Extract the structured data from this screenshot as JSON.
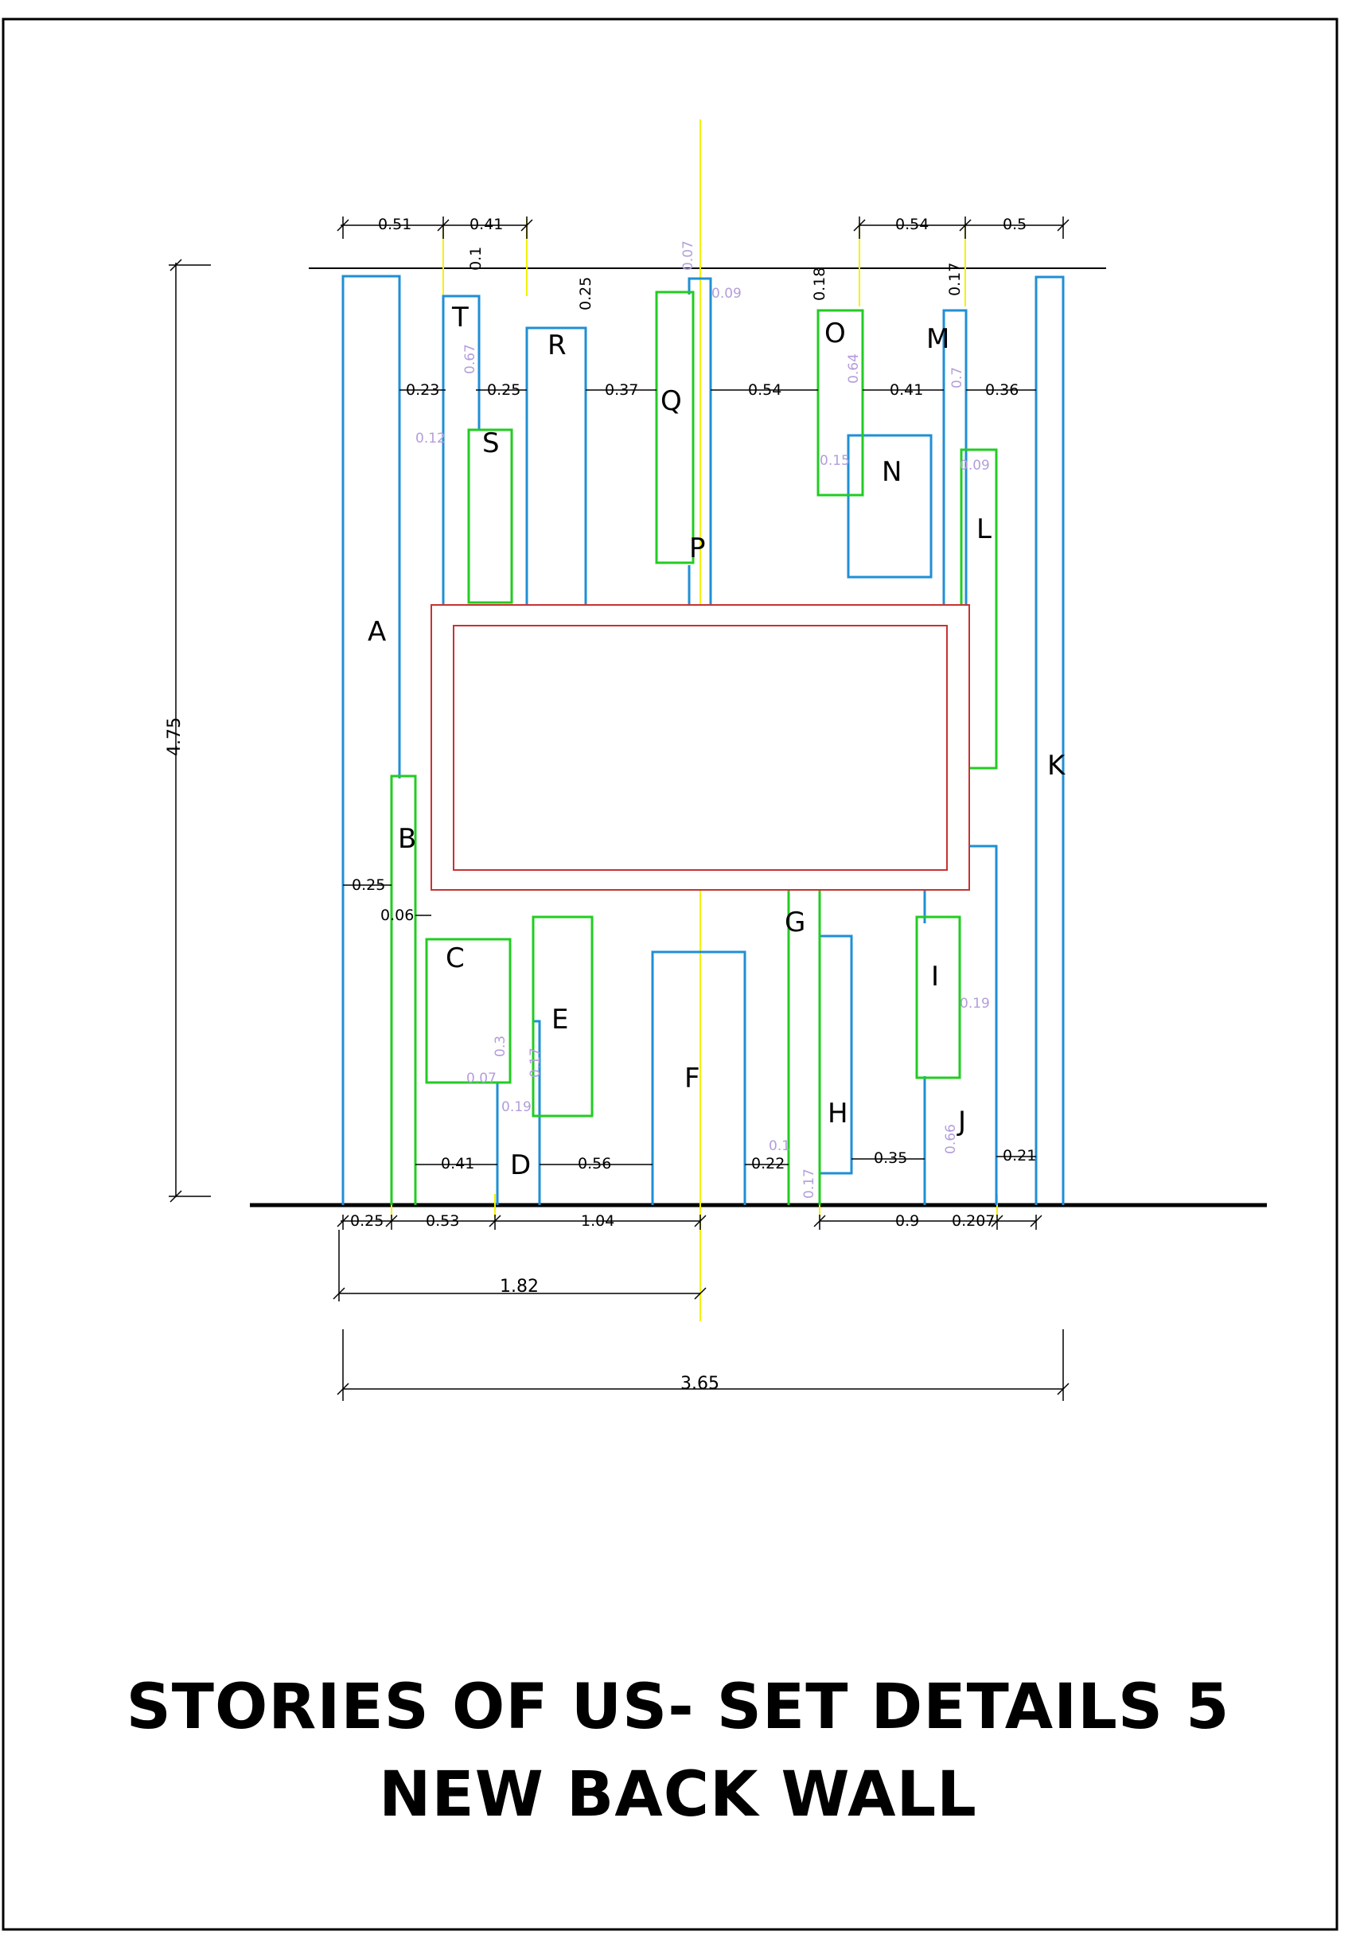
{
  "title": {
    "line1": "STORIES OF US- SET DETAILS 5",
    "line2": "NEW BACK WALL"
  },
  "colors": {
    "blue": "#1f8fd6",
    "green": "#22cc22",
    "red": "#c83232",
    "yellow": "#f2f200",
    "lilac": "#b39ddb",
    "black": "#000000"
  },
  "panels": [
    {
      "id": "A",
      "label": "A"
    },
    {
      "id": "B",
      "label": "B"
    },
    {
      "id": "C",
      "label": "C"
    },
    {
      "id": "D",
      "label": "D"
    },
    {
      "id": "E",
      "label": "E"
    },
    {
      "id": "F",
      "label": "F"
    },
    {
      "id": "G",
      "label": "G"
    },
    {
      "id": "H",
      "label": "H"
    },
    {
      "id": "I",
      "label": "I"
    },
    {
      "id": "J",
      "label": "J"
    },
    {
      "id": "K",
      "label": "K"
    },
    {
      "id": "L",
      "label": "L"
    },
    {
      "id": "M",
      "label": "M"
    },
    {
      "id": "N",
      "label": "N"
    },
    {
      "id": "O",
      "label": "O"
    },
    {
      "id": "P",
      "label": "P"
    },
    {
      "id": "Q",
      "label": "Q"
    },
    {
      "id": "R",
      "label": "R"
    },
    {
      "id": "S",
      "label": "S"
    },
    {
      "id": "T",
      "label": "T"
    }
  ],
  "dimensions": {
    "top_row": [
      "0.51",
      "0.41",
      "0.54",
      "0.5"
    ],
    "top_heights": [
      "0.1",
      "0.25",
      "0.18",
      "0.17"
    ],
    "mid_row": [
      "0.23",
      "0.25",
      "0.37",
      "0.54",
      "0.41",
      "0.36"
    ],
    "lower_row": [
      "0.25",
      "0.06",
      "0.41",
      "0.56",
      "0.22",
      "0.35",
      "0.21"
    ],
    "bottom_row": [
      "0.25",
      "0.53",
      "1.04",
      "0.9",
      "0.207"
    ],
    "overall_height": "4.75",
    "center_offset": "1.82",
    "overall_width": "3.65"
  },
  "offsets": {
    "q_top": "0.07",
    "p_top": "0.09",
    "t_depth": "0.67",
    "s_left": "0.12",
    "o_depth": "0.64",
    "n_left": "0.15",
    "m_depth": "0.7",
    "l_gap": "0.09",
    "c_depth": "0.3",
    "c_foot": "0.07",
    "e_depth": "0.17",
    "e_foot": "0.19",
    "g_top": "0.1",
    "g_depth": "0.17",
    "i_gap": "0.19",
    "j_depth": "0.66"
  }
}
